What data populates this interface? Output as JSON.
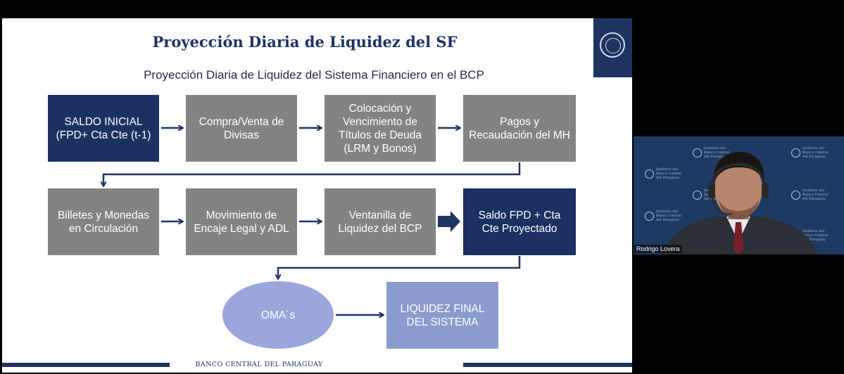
{
  "slide": {
    "title": "Proyección Diaria de Liquidez del SF",
    "subtitle": "Proyección Diaria de Liquidez del Sistema Financiero en el BCP",
    "footer": "BANCO CENTRAL DEL PARAGUAY",
    "flow": {
      "saldo_inicial": "SALDO INICIAL (FPD+ Cta Cte (t-1)",
      "compra_venta": "Compra/Venta de Divisas",
      "colocacion": "Colocación y Vencimiento de Títulos de Deuda (LRM y Bonos)",
      "pagos": "Pagos y Recaudación del MH",
      "billetes": "Billetes y Monedas en Circulación",
      "movimiento": "Movimiento de Encaje Legal y ADL",
      "ventanilla": "Ventanilla de Liquidez del BCP",
      "saldo_proyectado": "Saldo FPD + Cta Cte Proyectado",
      "oma": "OMA´s",
      "liquidez_final": "LIQUIDEZ FINAL DEL SISTEMA"
    }
  },
  "video": {
    "participant_name": "Rodrigo Lovera",
    "watermark_line1": "Instituto del",
    "watermark_line2": "Banco Central",
    "watermark_line3": "del Paraguay"
  },
  "colors": {
    "navy": "#1a3161",
    "gray": "#838383",
    "lavender": "#8a9bcd",
    "ellipse": "#9aa6dc"
  }
}
